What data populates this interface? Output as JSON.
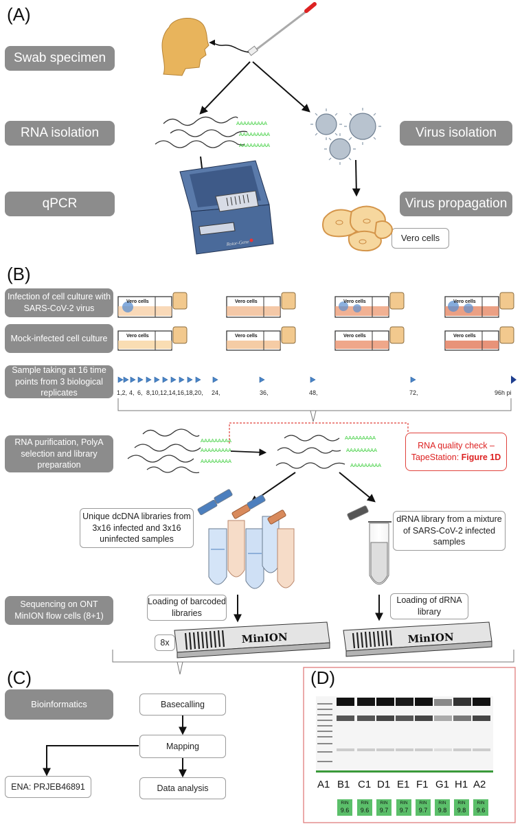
{
  "panel_labels": {
    "a": "(A)",
    "b": "(B)",
    "c": "(C)",
    "d": "(D)"
  },
  "panel_a": {
    "swab_specimen": "Swab specimen",
    "rna_isolation": "RNA isolation",
    "qpcr": "qPCR",
    "virus_isolation": "Virus isolation",
    "virus_propagation": "Virus propagation",
    "vero_cells": "Vero cells",
    "poly_a": "AAAAAAAAA",
    "device_brand": "Rotor-Gene"
  },
  "panel_b": {
    "infection": "Infection of cell culture with SARS-CoV-2 virus",
    "mock": "Mock-infected cell culture",
    "sampling": "Sample taking at 16 time points from 3 biological replicates",
    "flask_label": "Vero cells",
    "timeline_labels": [
      "1,2,",
      "4,",
      "6,",
      "8,10,12,14,16,18,20,",
      "24,",
      "36,",
      "48,",
      "72,",
      "96h pi"
    ],
    "rna_purification": "RNA purification, PolyA selection and library preparation",
    "quality_check": "RNA quality check – TapeStation: ",
    "quality_figure": "Figure 1D",
    "dcdna_libraries": "Unique dcDNA libraries from 3x16 infected and 3x16 uninfected samples",
    "drna_library": "dRNA library from a mixture of SARS-CoV-2 infected samples",
    "sequencing": "Sequencing on ONT MinION flow cells (8+1)",
    "loading_barcoded": "Loading of barcoded libraries",
    "loading_drna": "Loading of dRNA library",
    "count_8x": "8x",
    "minion": "MinION"
  },
  "panel_c": {
    "bioinformatics": "Bioinformatics",
    "basecalling": "Basecalling",
    "mapping": "Mapping",
    "ena": "ENA: PRJEB46891",
    "data_analysis": "Data analysis"
  },
  "panel_d": {
    "lanes": [
      "A1",
      "B1",
      "C1",
      "D1",
      "E1",
      "F1",
      "G1",
      "H1",
      "A2"
    ],
    "rin_label": "RIN",
    "rin_values": [
      "9.6",
      "9.6",
      "9.7",
      "9.7",
      "9.7",
      "9.8",
      "9.8",
      "9.6"
    ]
  },
  "colors": {
    "gray_box": "#8c8c8c",
    "red_box": "#e0413b",
    "rin_green": "#5bbf6a",
    "timeline_blue": "#1f3f8f"
  }
}
